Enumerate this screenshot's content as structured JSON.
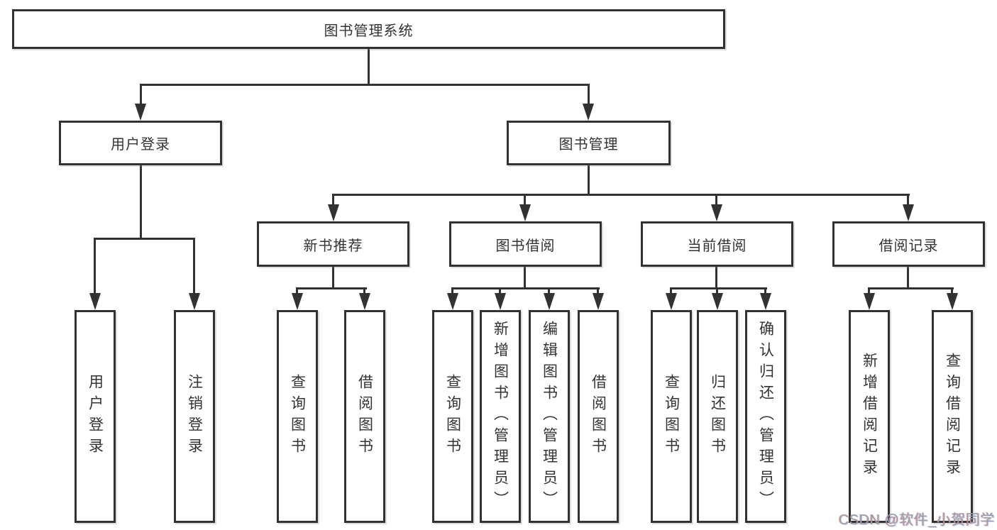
{
  "diagram": {
    "root": {
      "label": "图书管理系统"
    },
    "level1": [
      {
        "label": "用户登录"
      },
      {
        "label": "图书管理"
      }
    ],
    "level2": [
      {
        "label": "新书推荐"
      },
      {
        "label": "图书借阅"
      },
      {
        "label": "当前借阅"
      },
      {
        "label": "借阅记录"
      }
    ],
    "leaves": {
      "user_login": [
        "用户登录",
        "注销登录"
      ],
      "new_book_recommend": [
        "查询图书",
        "借阅图书"
      ],
      "book_borrow": [
        "查询图书",
        "新增图书（管理员）",
        "编辑图书（管理员）",
        "借阅图书"
      ],
      "current_borrow": [
        "查询图书",
        "归还图书",
        "确认归还（管理员）"
      ],
      "borrow_records": [
        "新增借阅记录",
        "查询借阅记录"
      ]
    }
  },
  "watermark": {
    "text": "CSDN @软件_小贺同学"
  },
  "colors": {
    "line": "#323232",
    "text": "#333333",
    "background": "#ffffff",
    "watermark": "#9b9fa4"
  }
}
